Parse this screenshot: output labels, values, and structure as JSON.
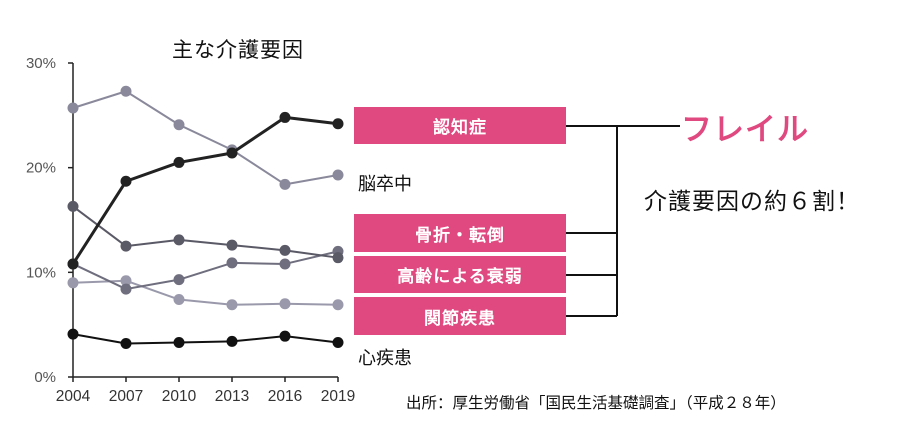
{
  "title": "主な介護要因",
  "frail_label": "フレイル",
  "ratio_text": "介護要因の約６割！",
  "source": "出所：厚生労働省「国民生活基礎調査」（平成２８年）",
  "labels": {
    "dementia": "認知症",
    "stroke": "脳卒中",
    "fracture": "骨折・転倒",
    "frailty": "高齢による衰弱",
    "joint": "関節疾患",
    "heart": "心疾患"
  },
  "colors": {
    "accent_pink": "#e0497f",
    "dementia": "#222222",
    "stroke": "#8a899b",
    "fracture": "#5a5966",
    "frailty": "#6f6e7e",
    "joint": "#9a99ab",
    "heart": "#111111"
  },
  "chart_data": {
    "type": "line",
    "title": "主な介護要因",
    "xlabel": "",
    "ylabel": "",
    "ylim": [
      0,
      30
    ],
    "y_ticks": [
      "0%",
      "10%",
      "20%",
      "30%"
    ],
    "categories": [
      "2004",
      "2007",
      "2010",
      "2013",
      "2016",
      "2019"
    ],
    "series": [
      {
        "name": "認知症",
        "values": [
          10.8,
          18.7,
          20.5,
          21.4,
          24.8,
          24.2
        ]
      },
      {
        "name": "脳卒中",
        "values": [
          25.7,
          27.3,
          24.1,
          21.7,
          18.4,
          19.3
        ]
      },
      {
        "name": "骨折・転倒",
        "values": [
          16.3,
          12.5,
          13.1,
          12.6,
          12.1,
          11.4
        ]
      },
      {
        "name": "高齢による衰弱",
        "values": [
          10.8,
          8.4,
          9.3,
          10.9,
          10.8,
          12.0
        ]
      },
      {
        "name": "関節疾患",
        "values": [
          9.0,
          9.2,
          7.4,
          6.9,
          7.0,
          6.9
        ]
      },
      {
        "name": "心疾患",
        "values": [
          4.1,
          3.2,
          3.3,
          3.4,
          3.9,
          3.3
        ]
      }
    ],
    "annotations": [
      "フレイル",
      "介護要因の約６割！"
    ],
    "grid": false,
    "legend_position": "right (inline labels)"
  }
}
